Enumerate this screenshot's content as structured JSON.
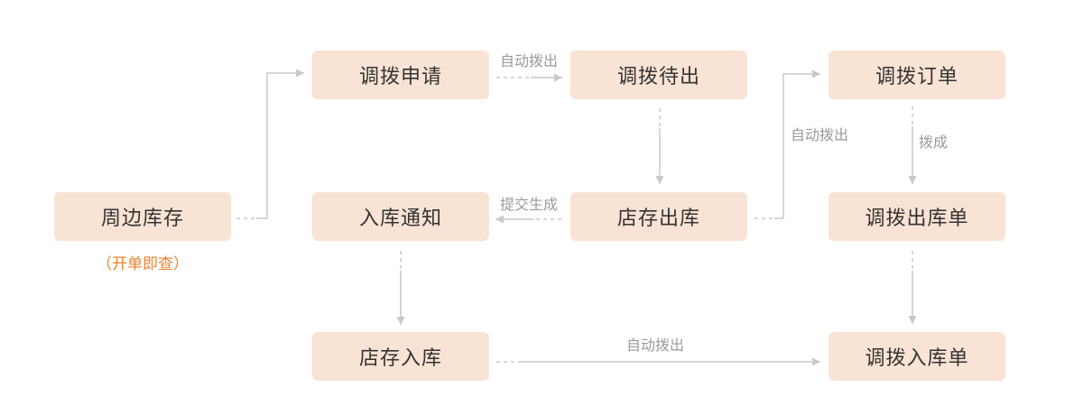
{
  "colors": {
    "node_fill": "#f9e3d4",
    "node_text": "#333333",
    "connector": "#c8c8c8",
    "edge_label": "#9a9a9a",
    "note": "#f0822f"
  },
  "nodes": [
    {
      "label": "周边库存",
      "note": "（开单即查）"
    },
    {
      "label": "调拨申请"
    },
    {
      "label": "调拨待出"
    },
    {
      "label": "调拨订单"
    },
    {
      "label": "入库通知"
    },
    {
      "label": "店存出库"
    },
    {
      "label": "调拨出库单"
    },
    {
      "label": "店存入库"
    },
    {
      "label": "调拨入库单"
    }
  ],
  "edges": [
    {
      "from": 0,
      "to": 1
    },
    {
      "from": 1,
      "to": 2,
      "label": "自动拨出"
    },
    {
      "from": 2,
      "to": 5
    },
    {
      "from": 5,
      "to": 4,
      "label": "提交生成"
    },
    {
      "from": 5,
      "to": 3,
      "label": "自动拨出"
    },
    {
      "from": 3,
      "to": 6,
      "label": "拨成"
    },
    {
      "from": 4,
      "to": 7
    },
    {
      "from": 6,
      "to": 8
    },
    {
      "from": 7,
      "to": 8,
      "label": "自动拨出"
    }
  ]
}
